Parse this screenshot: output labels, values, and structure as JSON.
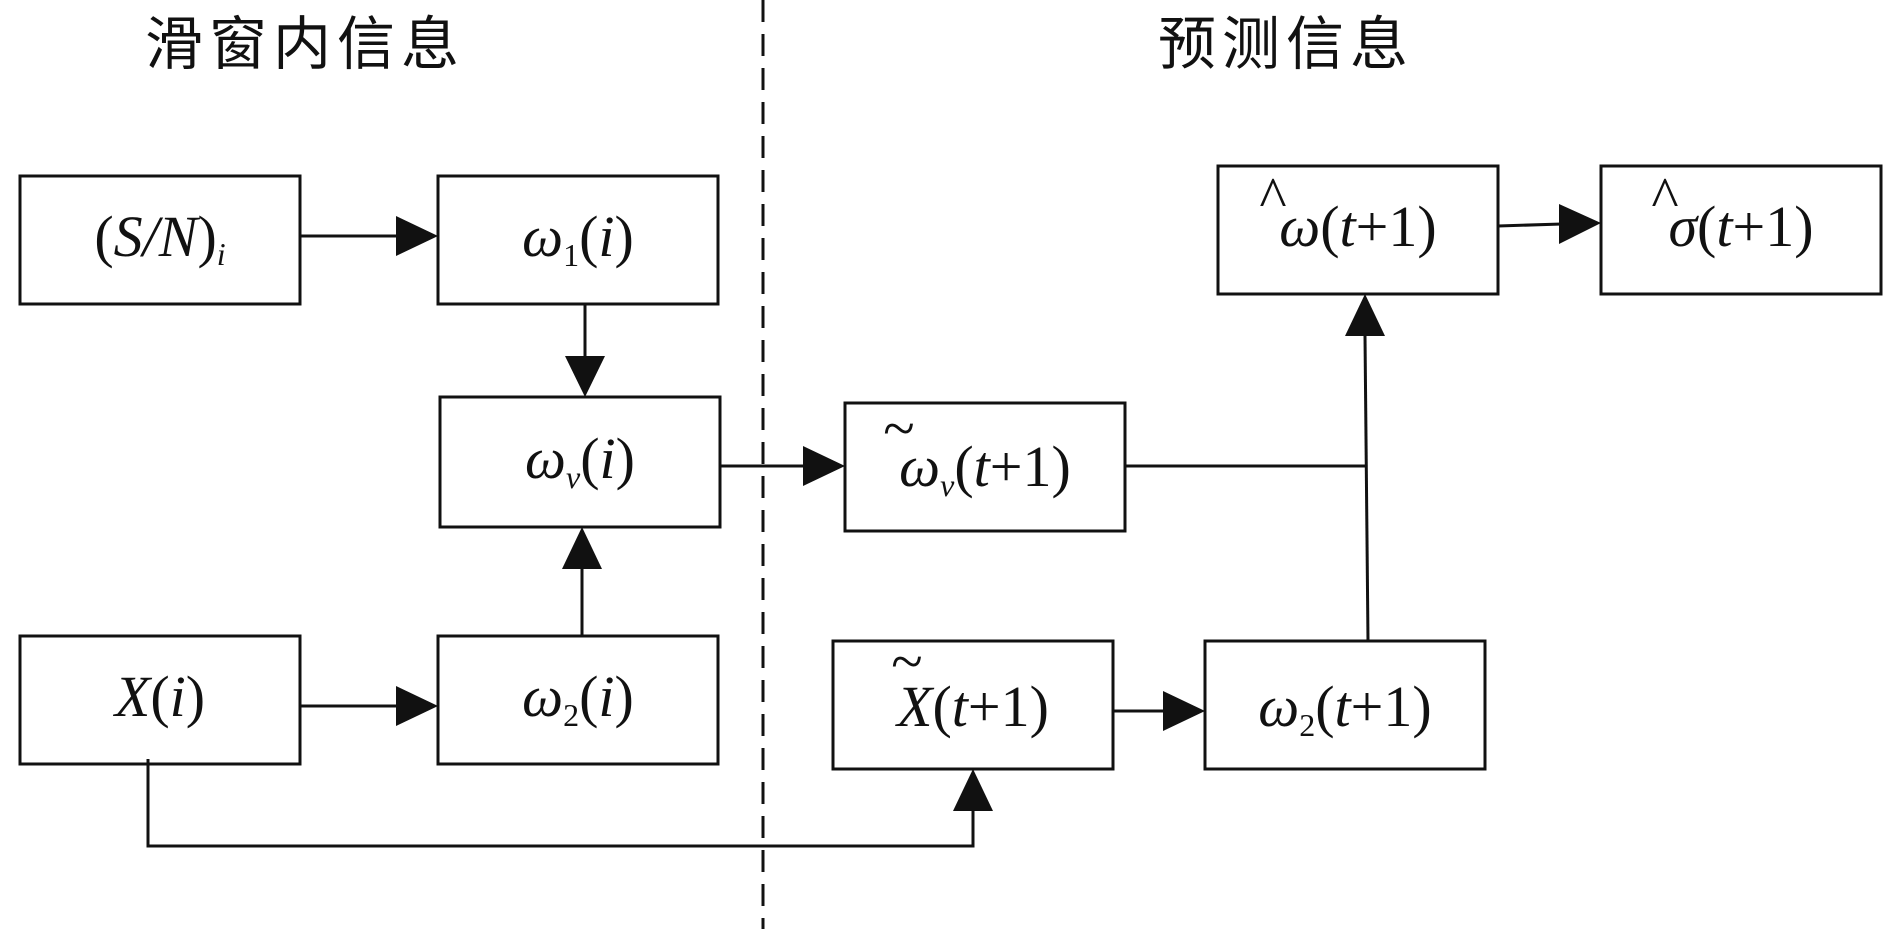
{
  "sections": {
    "left_title": "滑窗内信息",
    "right_title": "预测信息"
  },
  "nodes": {
    "sn": {
      "open": "(",
      "main": "S/N",
      "close": ")",
      "sub": "i"
    },
    "w1": {
      "main": "ω",
      "sub": "1",
      "arg_open": "(",
      "arg": "i",
      "arg_close": ")"
    },
    "wv": {
      "main": "ω",
      "sub": "v",
      "arg_open": "(",
      "arg": "i",
      "arg_close": ")"
    },
    "x": {
      "main": "X",
      "arg_open": "(",
      "arg": "i",
      "arg_close": ")"
    },
    "w2": {
      "main": "ω",
      "sub": "2",
      "arg_open": "(",
      "arg": "i",
      "arg_close": ")"
    },
    "wv_pred": {
      "accent": "~",
      "main": "ω",
      "sub": "v",
      "arg_open": "(",
      "t": "t",
      "plus": "+1",
      "arg_close": ")"
    },
    "x_pred": {
      "accent": "~",
      "main": "X",
      "arg_open": "(",
      "t": "t",
      "plus": "+1",
      "arg_close": ")"
    },
    "w2_pred": {
      "main": "ω",
      "sub": "2",
      "arg_open": "(",
      "t": "t",
      "plus": "+1",
      "arg_close": ")"
    },
    "w_hat": {
      "accent": "^",
      "main": "ω",
      "arg_open": "(",
      "t": "t",
      "plus": "+1",
      "arg_close": ")"
    },
    "sigma_hat": {
      "accent": "^",
      "main": "σ",
      "arg_open": "(",
      "t": "t",
      "plus": "+1",
      "arg_close": ")"
    }
  }
}
